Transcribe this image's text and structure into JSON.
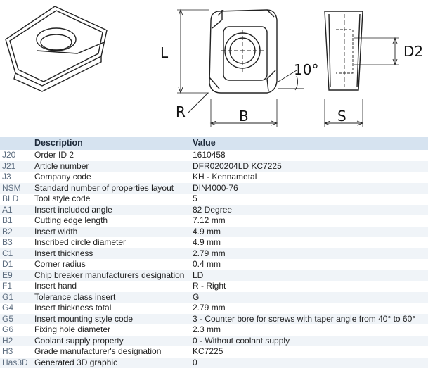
{
  "drawing": {
    "labels": {
      "L": "L",
      "R": "R",
      "B": "B",
      "angle": "10°",
      "S": "S",
      "D2": "D2"
    }
  },
  "table": {
    "headers": {
      "code": "",
      "description": "Description",
      "value": "Value"
    },
    "rows": [
      {
        "code": "J20",
        "description": "Order ID 2",
        "value": "1610458"
      },
      {
        "code": "J21",
        "description": "Article number",
        "value": "DFR020204LD KC7225"
      },
      {
        "code": "J3",
        "description": "Company code",
        "value": "KH - Kennametal"
      },
      {
        "code": "NSM",
        "description": "Standard number of properties layout",
        "value": "DIN4000-76"
      },
      {
        "code": "BLD",
        "description": "Tool style code",
        "value": "5"
      },
      {
        "code": "A1",
        "description": "Insert included angle",
        "value": "82 Degree"
      },
      {
        "code": "B1",
        "description": "Cutting edge length",
        "value": "7.12 mm"
      },
      {
        "code": "B2",
        "description": "Insert width",
        "value": "4.9 mm"
      },
      {
        "code": "B3",
        "description": "Inscribed circle diameter",
        "value": "4.9 mm"
      },
      {
        "code": "C1",
        "description": "Insert thickness",
        "value": "2.79 mm"
      },
      {
        "code": "D1",
        "description": "Corner radius",
        "value": "0.4 mm"
      },
      {
        "code": "E9",
        "description": "Chip breaker manufacturers designation",
        "value": "LD"
      },
      {
        "code": "F1",
        "description": "Insert hand",
        "value": "R - Right"
      },
      {
        "code": "G1",
        "description": "Tolerance class insert",
        "value": "G"
      },
      {
        "code": "G4",
        "description": "Insert thickness total",
        "value": "2.79 mm"
      },
      {
        "code": "G5",
        "description": "Insert mounting style code",
        "value": "3 - Counter bore for screws with taper angle from 40° to 60°"
      },
      {
        "code": "G6",
        "description": "Fixing hole diameter",
        "value": "2.3 mm"
      },
      {
        "code": "H2",
        "description": "Coolant supply property",
        "value": "0 - Without coolant supply"
      },
      {
        "code": "H3",
        "description": "Grade manufacturer's designation",
        "value": "KC7225"
      },
      {
        "code": "Has3D",
        "description": "Generated 3D graphic",
        "value": "0"
      }
    ]
  }
}
